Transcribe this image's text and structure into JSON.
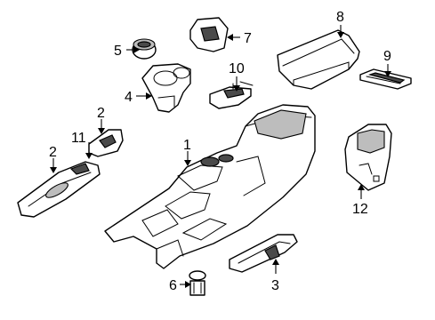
{
  "callouts": {
    "c1": "1",
    "c2a": "2",
    "c2b": "2",
    "c3": "3",
    "c4": "4",
    "c5": "5",
    "c6": "6",
    "c7": "7",
    "c8": "8",
    "c9": "9",
    "c10": "10",
    "c11": "11",
    "c12": "12"
  },
  "colors": {
    "line": "#000000",
    "background": "#ffffff",
    "shade_dark": "#4a4a4a",
    "shade_mid": "#bdbdbd"
  }
}
